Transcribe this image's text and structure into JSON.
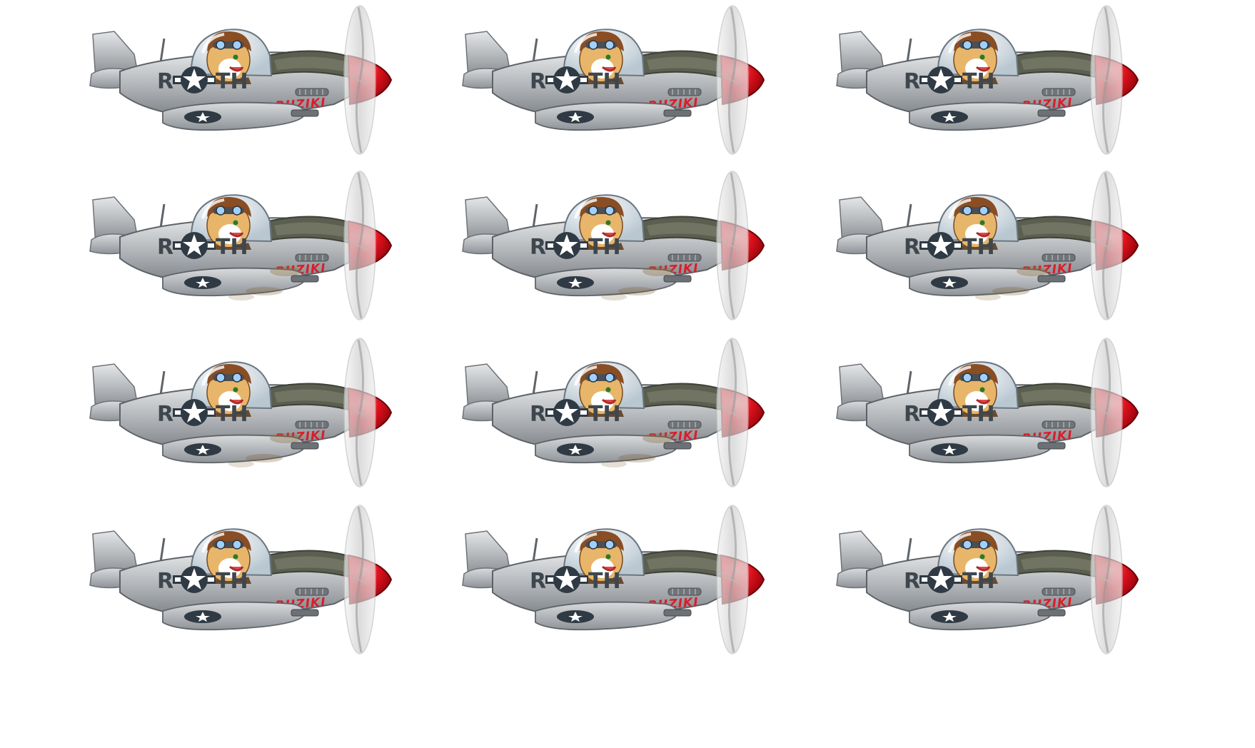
{
  "sheet": {
    "rows": 4,
    "columns": 3,
    "frame_count": 12
  },
  "plane": {
    "nose_letter": "R",
    "tail_letters": "TH",
    "name_text": "RUZIKI",
    "colors": {
      "fuselage": "#b9bcbf",
      "fuselage_dark": "#8d9196",
      "spinner": "#d8141e",
      "name": "#d81e2a",
      "roundel": "#2f3a44",
      "canopy": "#e6eef3",
      "intake": "#55594a",
      "propeller": "#d9d9d9"
    },
    "pilot": "tan cat pilot in leather flight helmet with goggles"
  },
  "frames": [
    {
      "id": 1,
      "smoke": false
    },
    {
      "id": 2,
      "smoke": false
    },
    {
      "id": 3,
      "smoke": false
    },
    {
      "id": 4,
      "smoke": true
    },
    {
      "id": 5,
      "smoke": true
    },
    {
      "id": 6,
      "smoke": true
    },
    {
      "id": 7,
      "smoke": true
    },
    {
      "id": 8,
      "smoke": true
    },
    {
      "id": 9,
      "smoke": false
    },
    {
      "id": 10,
      "smoke": false
    },
    {
      "id": 11,
      "smoke": false
    },
    {
      "id": 12,
      "smoke": false
    }
  ]
}
